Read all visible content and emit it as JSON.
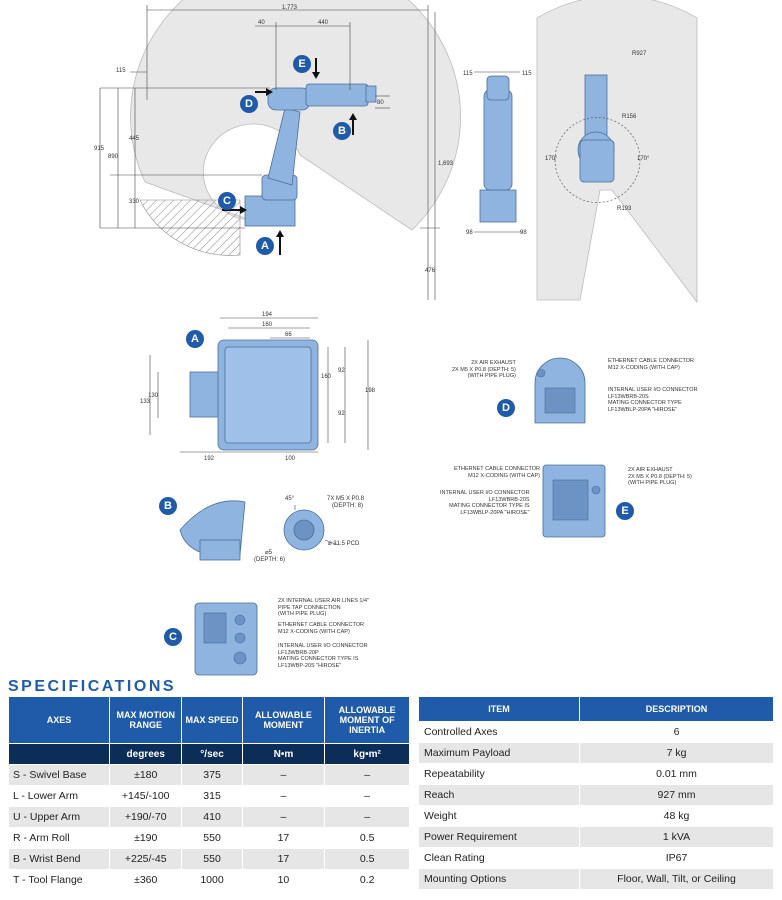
{
  "drawings": {
    "side_view": {
      "dims": {
        "d1773": "1,773",
        "d40": "40",
        "d440": "440",
        "d115a": "115",
        "d80": "80",
        "d445": "445",
        "d890": "890",
        "d915": "915",
        "d330": "330",
        "d1693": "1,693",
        "d476": "476"
      },
      "labels": {
        "a": "A",
        "b": "B",
        "c": "C",
        "d": "D",
        "e": "E"
      }
    },
    "front_view": {
      "dims": {
        "d115l": "115",
        "d115r": "115",
        "d98l": "98",
        "d98r": "98"
      }
    },
    "top_view": {
      "dims": {
        "r927": "R927",
        "r156": "R156",
        "r193": "R193",
        "a170l": "170°",
        "a170r": "170°"
      }
    },
    "view_a": {
      "label": "A",
      "dims": {
        "d194": "194",
        "d160": "160",
        "d66": "66",
        "d130": "130",
        "d133": "133",
        "d160v": "160",
        "d92a": "92",
        "d92b": "92",
        "d198": "198",
        "d192": "192",
        "d100": "100"
      }
    },
    "view_b": {
      "label": "B",
      "dims": {
        "d45": "45°",
        "note1": "7X M5 X P0.8",
        "note1b": "(DEPTH: 8)",
        "pcd": "⌀ 31.5 PCD",
        "d5": "⌀5",
        "depth6": "(DEPTH: 6)"
      }
    },
    "view_c": {
      "label": "C",
      "notes": {
        "n1": "2X INTERNAL USER AIR LINES 1/4\"",
        "n1b": "PIPE TAP CONNECTION",
        "n1c": "(WITH PIPE PLUG)",
        "n2": "ETHERNET CABLE CONNECTOR",
        "n2b": "M12 X-CODING (WITH CAP)",
        "n3": "INTERNAL USER I/O CONNECTOR",
        "n3b": "LF13WBRB-20P",
        "n3c": "MATING CONNECTOR TYPE IS",
        "n3d": "LF13WBP-20S \"HIROSE\""
      }
    },
    "view_d": {
      "label": "D",
      "notes": {
        "n1": "2X AIR EXHAUST",
        "n1b": "2X M5 X P0.8 (DEPTH: 5)",
        "n1c": "(WITH PIPE PLUG)",
        "n2": "ETHERNET CABLE CONNECTOR",
        "n2b": "M12 X-CODING (WITH CAP)",
        "n3": "INTERNAL USER I/O CONNECTOR",
        "n3b": "LF13WBRB-20S",
        "n3c": "MATING CONNECTOR TYPE",
        "n3d": "LF13WBLP-20PA \"HIROSE\""
      }
    },
    "view_e": {
      "label": "E",
      "notes": {
        "n1": "ETHERNET CABLE CONNECTOR",
        "n1b": "M12 X-CODING (WITH CAP)",
        "n2": "INTERNAL USER I/O CONNECTOR",
        "n2b": "LF13WBRB-20S",
        "n2c": "MATING CONNECTOR TYPE IS",
        "n2d": "LF13WBLP-20PA \"HIROSE\"",
        "n3": "2X AIR EXHAUST",
        "n3b": "2X M5 X P0.8 (DEPTH: 5)",
        "n3c": "(WITH PIPE PLUG)"
      }
    }
  },
  "specs": {
    "title": "SPECIFICATIONS",
    "axes_table": {
      "headers": [
        "AXES",
        "MAX MOTION RANGE",
        "MAX SPEED",
        "ALLOWABLE MOMENT",
        "ALLOWABLE MOMENT OF INERTIA"
      ],
      "units": [
        "",
        "degrees",
        "°/sec",
        "N•m",
        "kg•m²"
      ],
      "rows": [
        [
          "S - Swivel Base",
          "±180",
          "375",
          "–",
          "–"
        ],
        [
          "L - Lower Arm",
          "+145/-100",
          "315",
          "–",
          "–"
        ],
        [
          "U - Upper Arm",
          "+190/-70",
          "410",
          "–",
          "–"
        ],
        [
          "R - Arm Roll",
          "±190",
          "550",
          "17",
          "0.5"
        ],
        [
          "B - Wrist Bend",
          "+225/-45",
          "550",
          "17",
          "0.5"
        ],
        [
          "T - Tool Flange",
          "±360",
          "1000",
          "10",
          "0.2"
        ]
      ]
    },
    "items_table": {
      "headers": [
        "ITEM",
        "DESCRIPTION"
      ],
      "rows": [
        [
          "Controlled Axes",
          "6"
        ],
        [
          "Maximum Payload",
          "7 kg"
        ],
        [
          "Repeatability",
          "0.01 mm"
        ],
        [
          "Reach",
          "927 mm"
        ],
        [
          "Weight",
          "48 kg"
        ],
        [
          "Power Requirement",
          "1 kVA"
        ],
        [
          "Clean Rating",
          "IP67"
        ],
        [
          "Mounting Options",
          "Floor, Wall, Tilt, or Ceiling"
        ]
      ]
    }
  },
  "colors": {
    "brand_blue": "#1f5ba8",
    "dark_navy": "#0d2d59",
    "robot_blue": "#8fb4e0",
    "envelope_grey": "#e8e8e8"
  }
}
